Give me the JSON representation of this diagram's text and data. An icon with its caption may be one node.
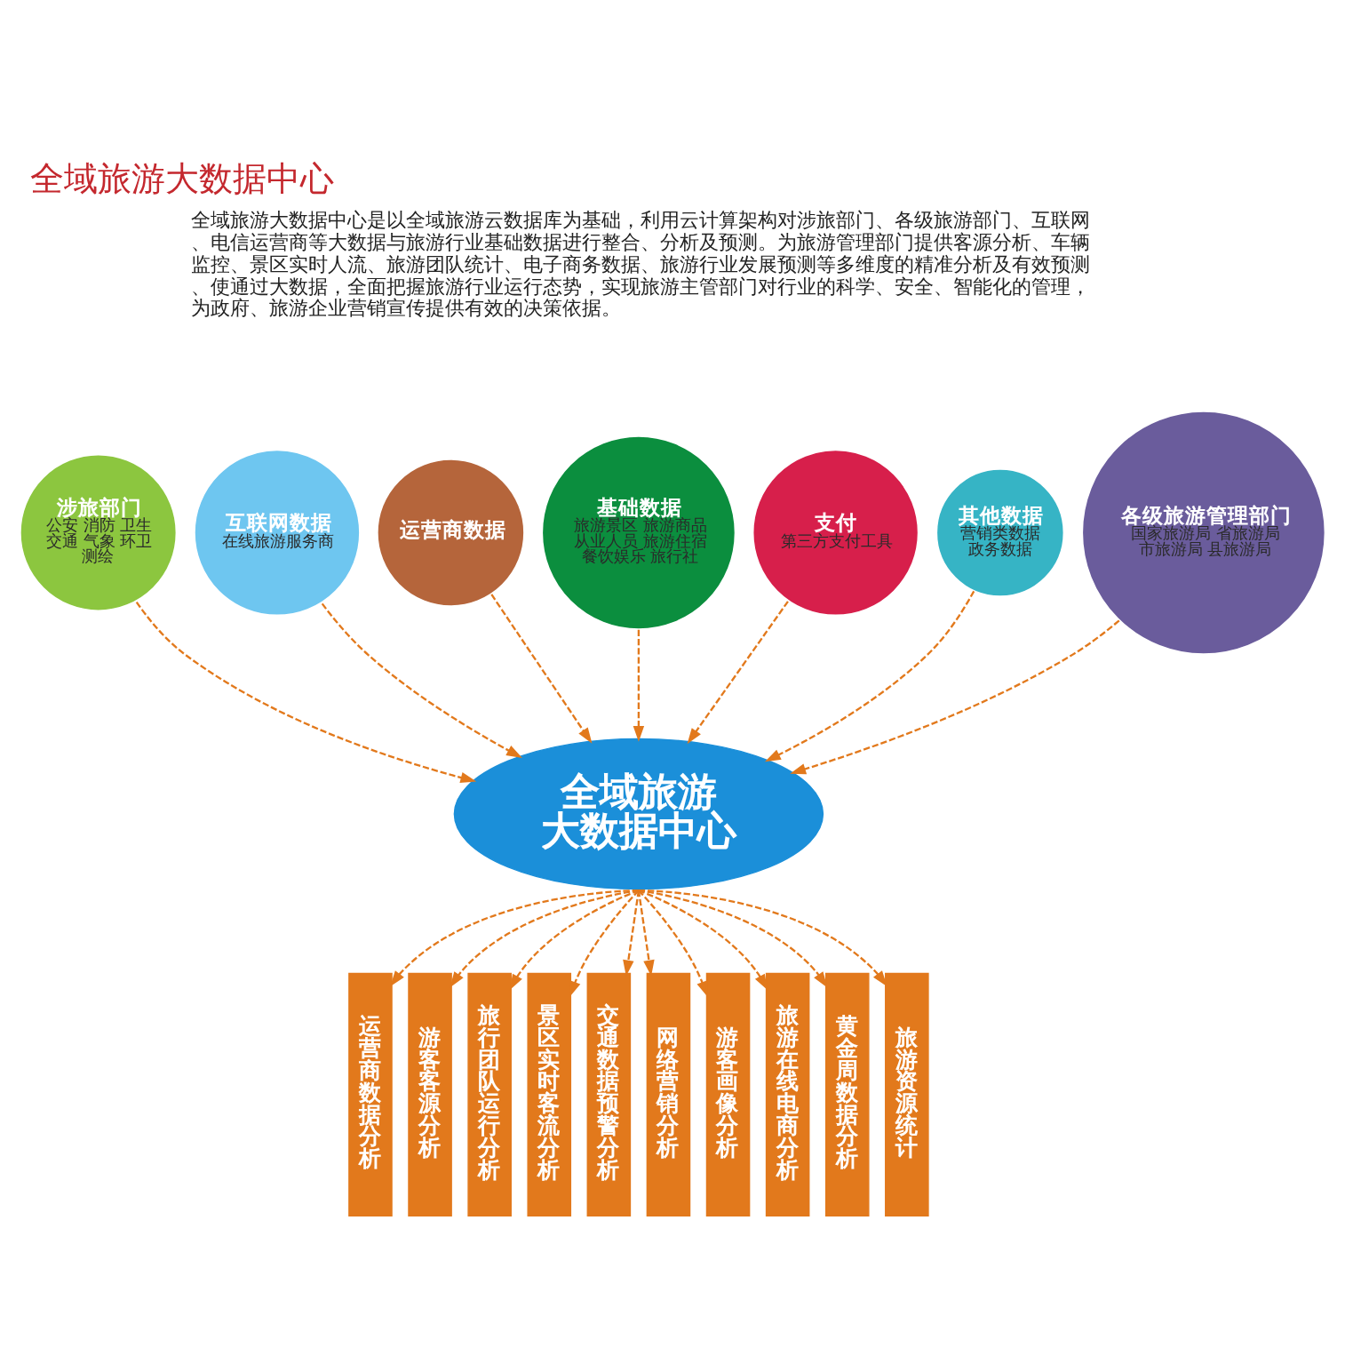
{
  "diagram": {
    "title": "全域旅游大数据中心",
    "nodes": [
      {
        "text": [
          "涉旅部门",
          "公安 消防 卫生交通 气象 环卫测绘"
        ]
      },
      {
        "text": [
          "互联网数据",
          "在线旅游服务商"
        ]
      },
      {
        "text": [
          "运营商数据"
        ]
      },
      {
        "text": [
          "基础数据",
          "旅游景区 旅游商品从业人员 旅游住宿餐饮娱乐 旅行社"
        ]
      },
      {
        "text": [
          "支付",
          "第三方支付工具"
        ]
      },
      {
        "text": [
          "其他数据",
          "营销类数据政务数据"
        ]
      },
      {
        "text": [
          "各级旅游管理部门",
          "国家旅游局 省旅游局市旅游局 县旅游局"
        ]
      },
      {
        "text": [
          "全域旅游大数据中心"
        ]
      },
      {
        "text": [
          "运营商数据分析"
        ]
      },
      {
        "text": [
          "游客客源分析"
        ]
      },
      {
        "text": [
          "旅行团队运行分析"
        ]
      },
      {
        "text": [
          "景区实时客流分析"
        ]
      },
      {
        "text": [
          "交通数据预警分析"
        ]
      },
      {
        "text": [
          "网络营销分析"
        ]
      },
      {
        "text": [
          "游客画像分析"
        ]
      },
      {
        "text": [
          "旅游在线电商分析"
        ]
      },
      {
        "text": [
          "黄金周数据分析"
        ]
      },
      {
        "text": [
          "旅游资源统计"
        ]
      }
    ],
    "edges": [
      {
        "from": 0,
        "to": 7,
        "arrow": "to",
        "style": "dashed"
      },
      {
        "from": 1,
        "to": 7,
        "arrow": "to",
        "style": "dashed"
      },
      {
        "from": 2,
        "to": 7,
        "arrow": "to",
        "style": "dashed"
      },
      {
        "from": 3,
        "to": 7,
        "arrow": "to",
        "style": "dashed"
      },
      {
        "from": 4,
        "to": 7,
        "arrow": "to",
        "style": "dashed"
      },
      {
        "from": 5,
        "to": 7,
        "arrow": "to",
        "style": "dashed"
      },
      {
        "from": 6,
        "to": 7,
        "arrow": "to",
        "style": "dashed"
      },
      {
        "from": 7,
        "to": 8,
        "arrow": "to",
        "style": "dashed"
      },
      {
        "from": 7,
        "to": 9,
        "arrow": "to",
        "style": "dashed"
      },
      {
        "from": 7,
        "to": 10,
        "arrow": "to",
        "style": "dashed"
      },
      {
        "from": 7,
        "to": 11,
        "arrow": "to",
        "style": "dashed"
      },
      {
        "from": 7,
        "to": 12,
        "arrow": "to",
        "style": "dashed"
      },
      {
        "from": 7,
        "to": 13,
        "arrow": "to",
        "style": "dashed"
      },
      {
        "from": 7,
        "to": 14,
        "arrow": "to",
        "style": "dashed"
      },
      {
        "from": 7,
        "to": 15,
        "arrow": "to",
        "style": "dashed"
      },
      {
        "from": 7,
        "to": 16,
        "arrow": "to",
        "style": "dashed"
      },
      {
        "from": 7,
        "to": 17,
        "arrow": "to",
        "style": "dashed"
      }
    ],
    "labels": [
      "全域旅游大数据中心是以全域旅游云数据库为基础，利用云计算架构对涉旅部门、各级旅游部门、互联网、电信运营商等大数据与旅游行业基础数据进行整合、分析及预测。为旅游管理部门提供客源分析、车辆监控、景区实时人流、旅游团队统计、电子商务数据、旅游行业发展预测等多维度的精准分析及有效预测、使通过大数据，全面把握旅游行业运行态势，实现旅游主管部门对行业的科学、安全、智能化的管理，为政府、旅游企业营销宣传提供有效的决策依据。"
    ]
  }
}
